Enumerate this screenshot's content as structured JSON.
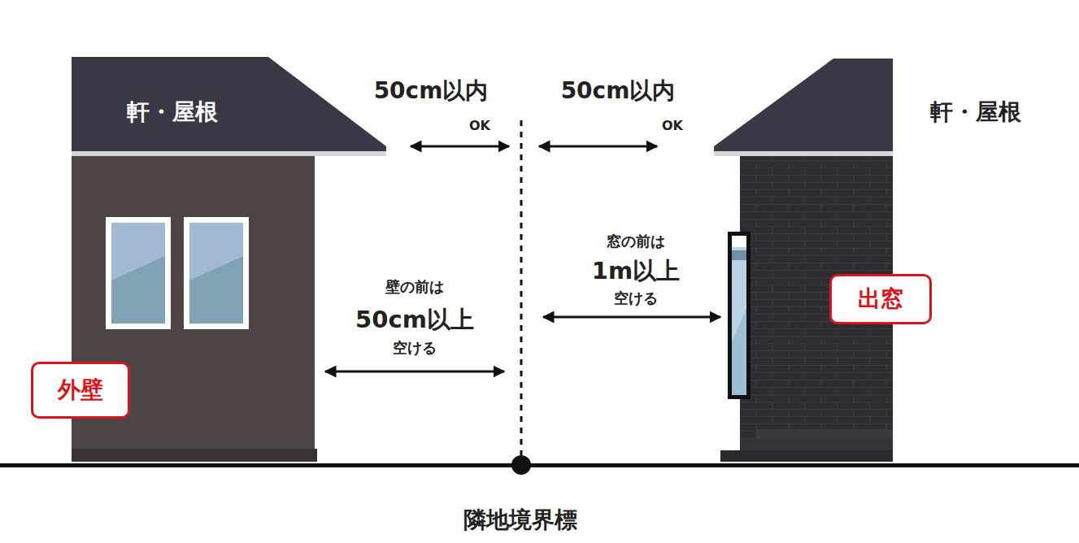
{
  "diagram": {
    "nodes": [
      {
        "text": [
          "外壁"
        ]
      },
      {
        "text": [
          "出窓"
        ]
      }
    ],
    "labels": [
      "軒・屋根",
      "50cm以内",
      "OK",
      "50cm以内",
      "OK",
      "軒・屋根",
      "壁の前は",
      "50cm以上",
      "空ける",
      "窓の前は",
      "1m以上",
      "空ける",
      "隣地境界標"
    ]
  }
}
